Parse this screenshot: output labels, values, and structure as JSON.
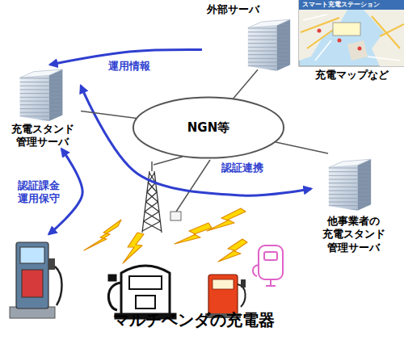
{
  "diagram": {
    "nodes": [
      {
        "text": [
          "外部サーバ"
        ]
      },
      {
        "text": [
          "スマート充電ステーション",
          "充電マップなど"
        ]
      },
      {
        "text": [
          "充電スタンド 管理サーバ"
        ]
      },
      {
        "text": [
          "NGN等"
        ]
      },
      {
        "text": [
          "他事業者の 充電スタンド 管理サーバ"
        ]
      },
      {
        "text": [
          "マルチベンダの充電器"
        ]
      }
    ],
    "edges": [
      {
        "from": 0,
        "to": 2,
        "label": "運用情報",
        "arrow": "to"
      },
      {
        "from": 2,
        "to": 4,
        "label": "認証連携",
        "arrow": "both"
      },
      {
        "from": 2,
        "to": 5,
        "label": "認証課金 運用保守",
        "arrow": "both"
      },
      {
        "from": 3,
        "to": 0,
        "arrow": "none"
      },
      {
        "from": 3,
        "to": 2,
        "arrow": "none"
      },
      {
        "from": 3,
        "to": 4,
        "arrow": "none"
      }
    ]
  }
}
